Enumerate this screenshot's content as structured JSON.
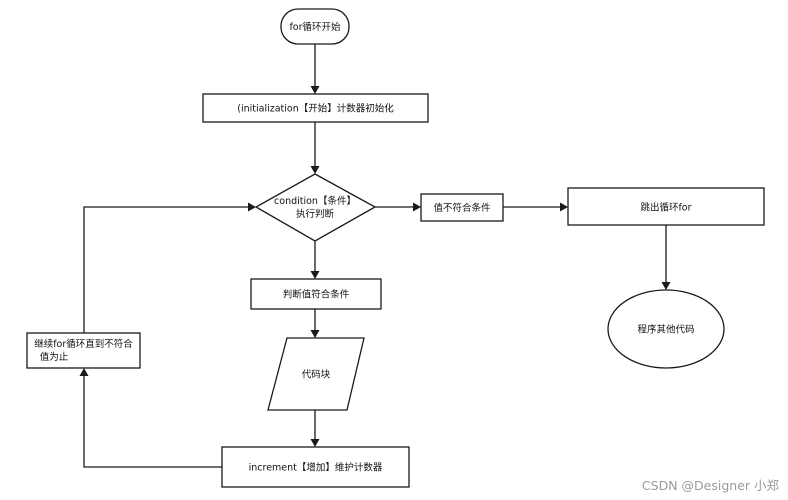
{
  "diagram": {
    "nodes": {
      "start": "for循环开始",
      "init": "(initialization【开始】计数器初始化",
      "condition_line1": "condition【条件】",
      "condition_line2": "执行判断",
      "not_match": "值不符合条件",
      "exit": "跳出循环for",
      "other_code": "程序其他代码",
      "match": "判断值符合条件",
      "code_block": "代码块",
      "increment": "increment【增加】维护计数器",
      "loop_line1": "继续for循环直到不符合",
      "loop_line2": "值为止"
    }
  },
  "watermark": "CSDN @Designer 小郑"
}
